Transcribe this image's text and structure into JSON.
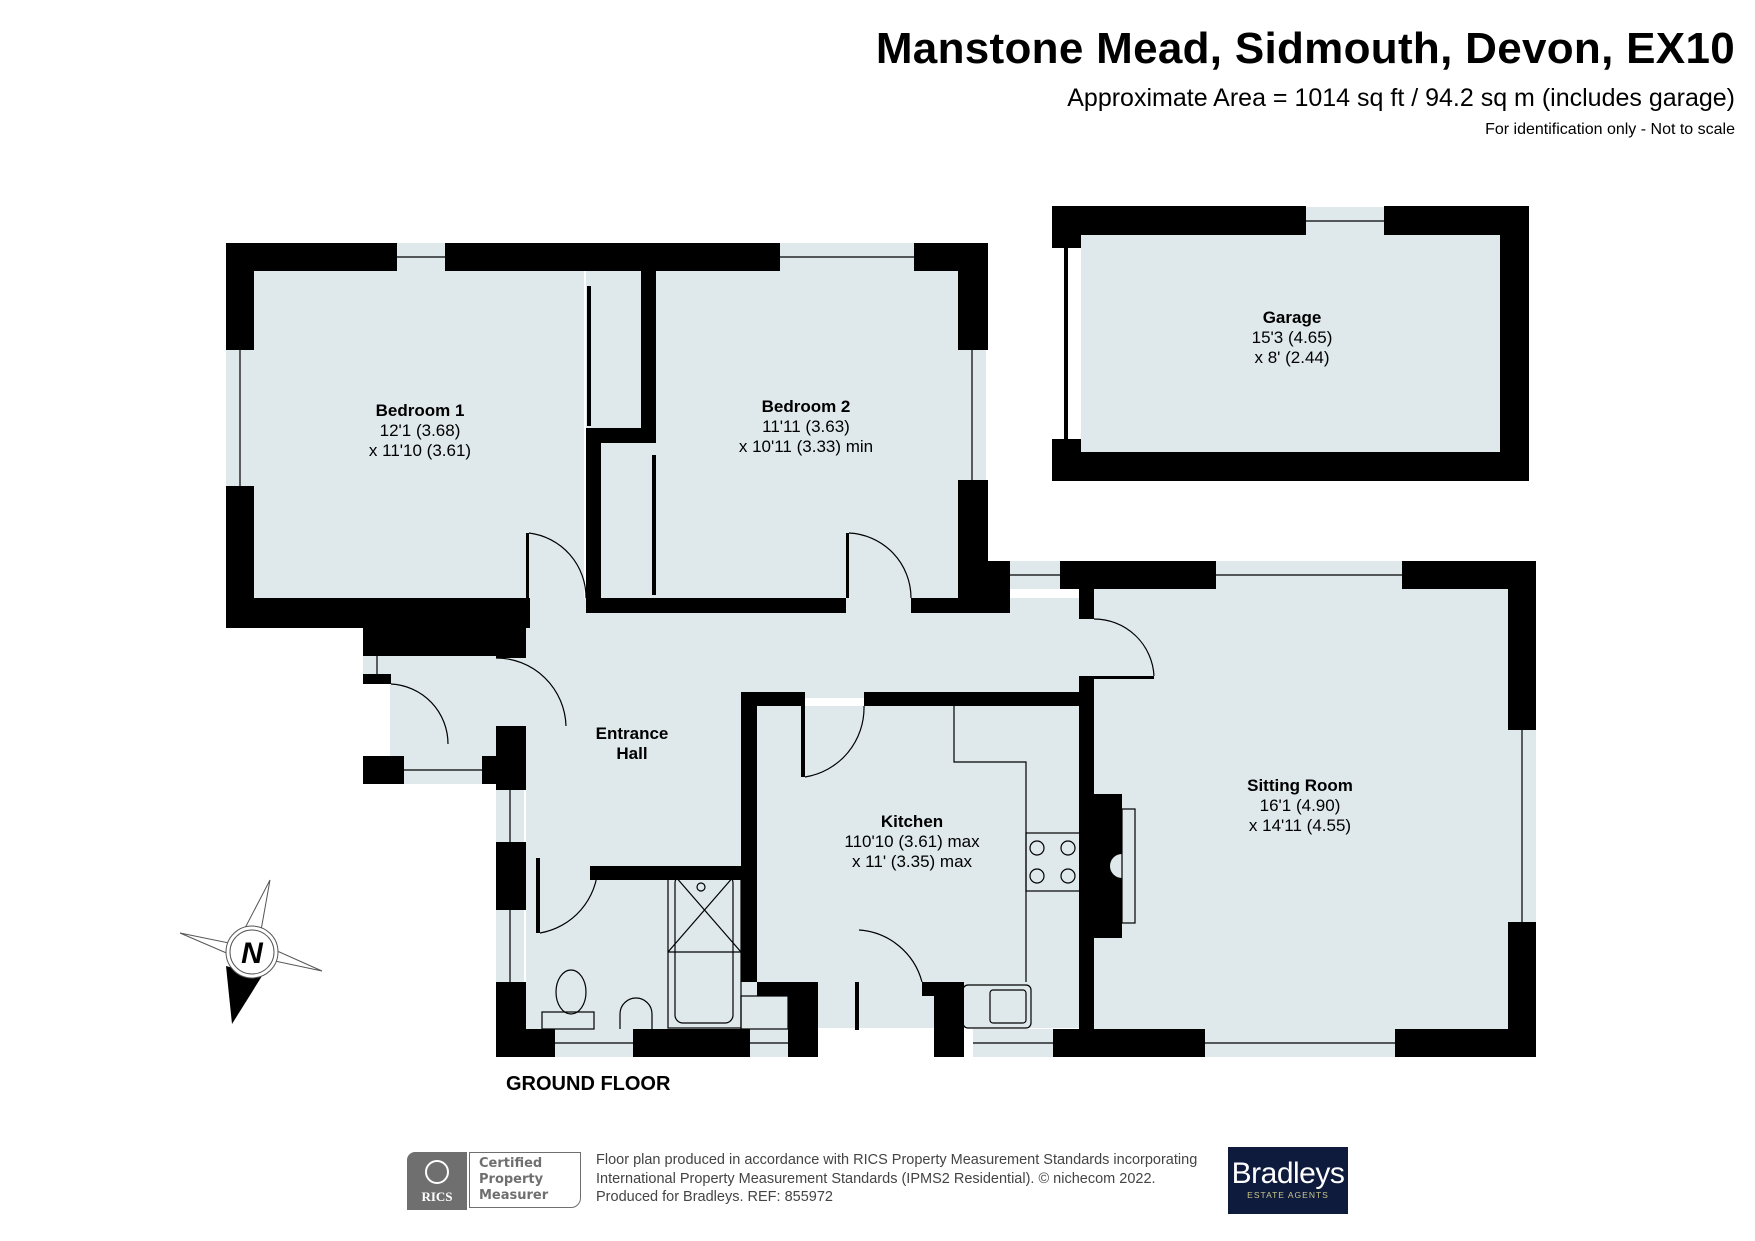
{
  "header": {
    "title": "Manstone Mead, Sidmouth, Devon, EX10",
    "area": "Approximate Area = 1014 sq ft / 94.2 sq m (includes garage)",
    "disclaimer": "For identification only - Not to scale"
  },
  "floor": {
    "label": "GROUND FLOOR",
    "colors": {
      "floor_fill": "#dfe9eb",
      "wall": "#000000",
      "background": "#ffffff"
    }
  },
  "rooms": [
    {
      "name": "Bedroom 1",
      "dim1": "12'1 (3.68)",
      "dim2": "x 11'10 (3.61)"
    },
    {
      "name": "Bedroom 2",
      "dim1": "11'11 (3.63)",
      "dim2": "x 10'11 (3.33) min"
    },
    {
      "name": "Garage",
      "dim1": "15'3 (4.65)",
      "dim2": "x 8' (2.44)"
    },
    {
      "name": "Sitting Room",
      "dim1": "16'1 (4.90)",
      "dim2": "x 14'11 (4.55)"
    },
    {
      "name": "Kitchen",
      "dim1": "110'10 (3.61) max",
      "dim2": "x 11' (3.35) max"
    },
    {
      "name": "Entrance",
      "name2": "Hall"
    }
  ],
  "compass": {
    "label": "N",
    "icon": "compass-rose-icon"
  },
  "footer": {
    "rics": {
      "brand": "RICS",
      "line1": "Certified",
      "line2": "Property",
      "line3": "Measurer"
    },
    "text_line1": "Floor plan produced in accordance with RICS Property Measurement Standards incorporating",
    "text_line2": "International Property Measurement Standards (IPMS2 Residential).   © nichecom 2022.",
    "text_line3": "Produced for Bradleys.   REF:  855972",
    "agent": {
      "name": "Bradleys",
      "tagline": "ESTATE AGENTS",
      "bg_color": "#0e1b3d",
      "tagline_color": "#c9c68a"
    }
  }
}
